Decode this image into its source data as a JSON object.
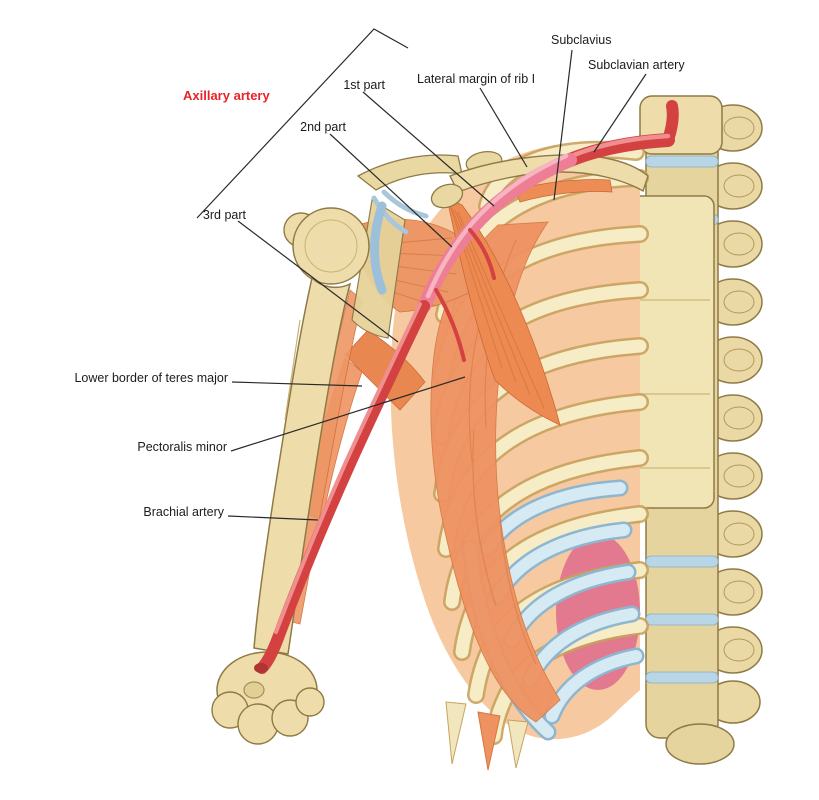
{
  "figure": {
    "type": "anatomical-diagram",
    "subject": "Axillary artery and related structures of the shoulder and thorax",
    "background_color": "#ffffff"
  },
  "colors": {
    "highlight_label_text": "#e8232a",
    "label_text": "#1c1c1c",
    "leader_line": "#2a2a2a",
    "bone": "#eeddaa",
    "bone_outline": "#8f7a45",
    "muscle_orange": "#ef9261",
    "muscle_dark": "#d4773f",
    "artery_red": "#d34141",
    "artery_pink": "#ee7e95",
    "cartilage_blue": "#d6eaf4",
    "vein_blue": "#9cc0da",
    "intercostal_peach": "#f6c9a0"
  },
  "labels": [
    {
      "id": "axillary-artery",
      "text": "Axillary artery",
      "emphasis": true
    },
    {
      "id": "1st-part",
      "text": "1st part",
      "emphasis": false
    },
    {
      "id": "2nd-part",
      "text": "2nd part",
      "emphasis": false
    },
    {
      "id": "3rd-part",
      "text": "3rd part",
      "emphasis": false
    },
    {
      "id": "lateral-margin-of-rib-1",
      "text": "Lateral margin of rib I",
      "emphasis": false
    },
    {
      "id": "subclavius",
      "text": "Subclavius",
      "emphasis": false
    },
    {
      "id": "subclavian-artery",
      "text": "Subclavian artery",
      "emphasis": false
    },
    {
      "id": "lower-border-of-teres-major",
      "text": "Lower border of teres major",
      "emphasis": false
    },
    {
      "id": "pectoralis-minor",
      "text": "Pectoralis minor",
      "emphasis": false
    },
    {
      "id": "brachial-artery",
      "text": "Brachial artery",
      "emphasis": false
    }
  ]
}
